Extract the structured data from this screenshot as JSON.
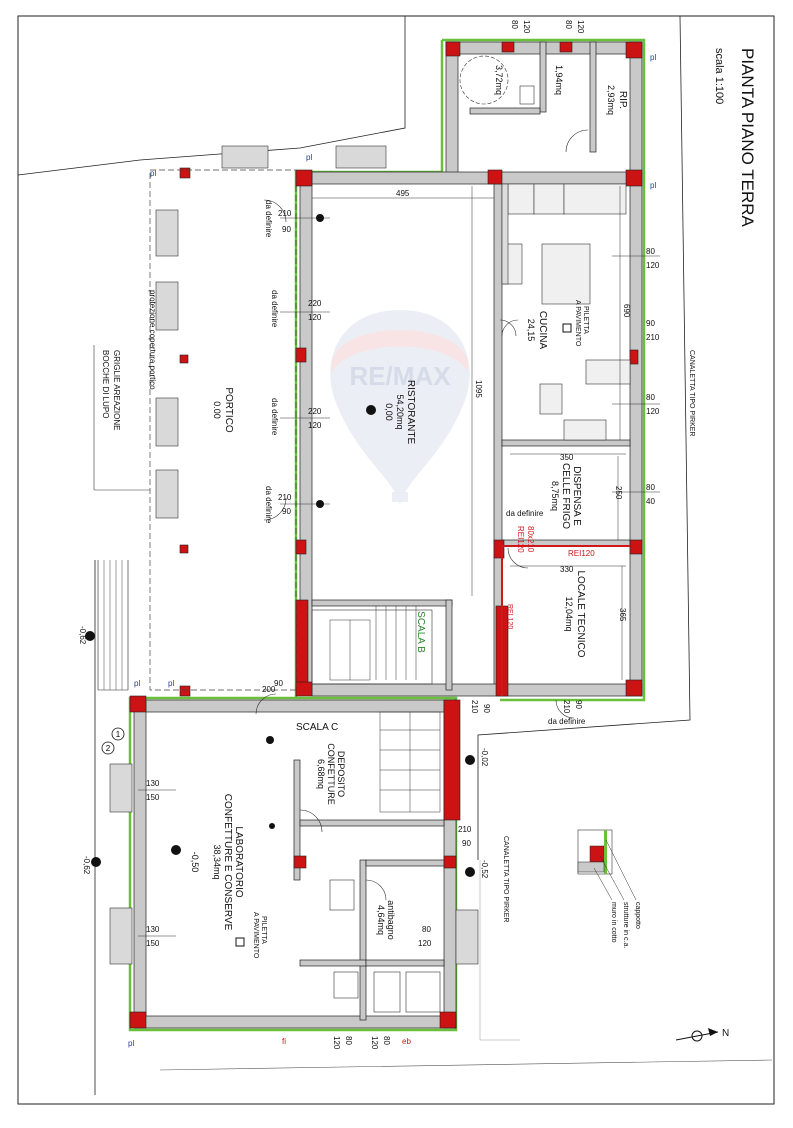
{
  "sheet": {
    "title": "PIANTA PIANO TERRA",
    "scale": "scala 1:100"
  },
  "rooms": [
    {
      "id": "portico",
      "name": "PORTICO",
      "area": "0.00"
    },
    {
      "id": "ristorante",
      "name": "RISTORANTE",
      "area": "54,20mq",
      "level": "0,00"
    },
    {
      "id": "cucina",
      "name": "CUCINA",
      "area": "24,15"
    },
    {
      "id": "dispensa",
      "name": "DISPENSA E",
      "name2": "CELLE FRIGO",
      "area": "8,75mq"
    },
    {
      "id": "locale-tecnico",
      "name": "LOCALE TECNICO",
      "area": "12,04mq"
    },
    {
      "id": "laboratorio",
      "name": "LABORATORIO",
      "name2": "CONFETTURE E CONSERVE",
      "area": "38,34mq",
      "level": "-0,50"
    },
    {
      "id": "deposito",
      "name": "DEPOSITO",
      "name2": "CONFETTURE",
      "area": "6,68mq"
    },
    {
      "id": "antibagno",
      "name": "antibagno",
      "area": "4,64mq"
    },
    {
      "id": "wc1",
      "area": "3,72mq"
    },
    {
      "id": "wc2",
      "area": "1,94mq"
    },
    {
      "id": "rip",
      "name": "RIP.",
      "area": "2,93mq"
    }
  ],
  "stairs": {
    "scala_b": "SCALA B",
    "scala_c": "SCALA C"
  },
  "labels": {
    "da_definire": "da definire",
    "pl": "pl",
    "protezione": "protezione copertura portico",
    "griglie1": "GRIGLIE AREAZIONE",
    "griglie2": "BOCCHE DI LUPO",
    "canaletta": "CANALETTA TIPO PIRKER",
    "piletta1": "PILETTA",
    "piletta2": "A PAVIMENTO",
    "rei120": "REI120",
    "rei120b": "REI 120",
    "door_rei": "80x210",
    "level_m062": "-0,62",
    "level_m002": "-0,02",
    "level_m052": "-0,52",
    "legend_cappotto": "cappotto",
    "legend_strutture": "strutture in c.a.",
    "legend_muro": "muro in cotto",
    "marker1": "1",
    "marker2": "2",
    "north": "N",
    "fi": "fi",
    "eb": "eb"
  },
  "dimensions": {
    "d495": "495",
    "d1095": "1095",
    "d690": "690",
    "d350": "350",
    "d250": "250",
    "d330": "330",
    "d365": "365",
    "d80": "80",
    "d120": "120",
    "d90": "90",
    "d210": "210",
    "d220": "220",
    "d200": "200",
    "d130": "130",
    "d150": "150",
    "d40": "40"
  },
  "watermark": {
    "text": "RE/MAX",
    "color_red": "#d71920",
    "color_blue": "#1f4a9c"
  },
  "colors": {
    "wall": "#c9c9c9",
    "column": "#cc1212",
    "insulation": "#6abf3b",
    "line": "#222222",
    "rei": "#d01818"
  }
}
